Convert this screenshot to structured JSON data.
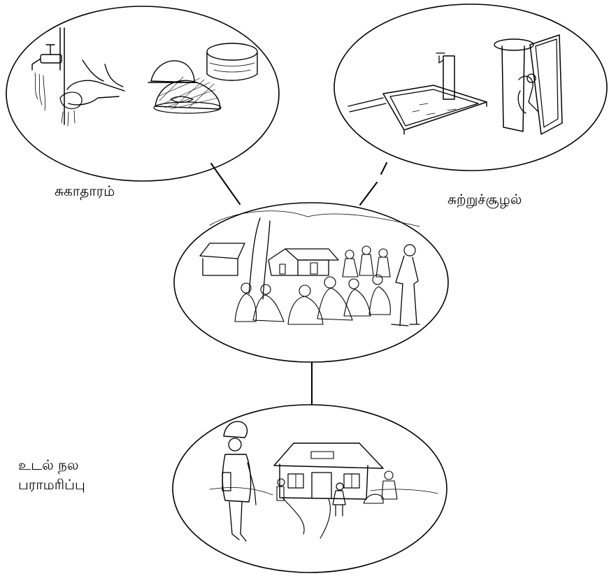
{
  "labels": {
    "hygiene": "சுகாதாரம்",
    "environment": "சுற்றுச்சூழல்",
    "health_care_line1": "உடல் நல",
    "health_care_line2": "பராமரிப்பு"
  },
  "colors": {
    "ink": "#000000",
    "paper": "#ffffff"
  },
  "icons": [
    "tap-icon",
    "washing-hands-icon",
    "food-cover-icon",
    "water-standpipe-icon",
    "latrine-icon",
    "community-meeting-icon",
    "health-clinic-icon"
  ]
}
